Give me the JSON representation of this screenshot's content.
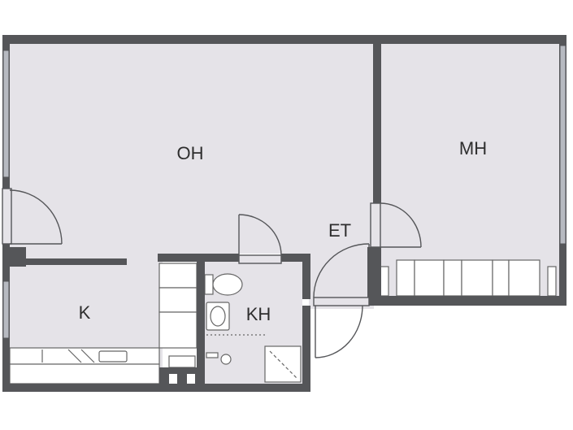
{
  "rooms": {
    "living_room": "OH",
    "bedroom": "MH",
    "hall": "ET",
    "kitchen": "K",
    "bathroom": "KH"
  },
  "colors": {
    "wall": "#555659",
    "floor": "#e5e3e8",
    "window": "#b7bac1",
    "fixture_stroke": "#666666",
    "fixture_fill": "#ffffff",
    "label": "#2e2e2e"
  }
}
